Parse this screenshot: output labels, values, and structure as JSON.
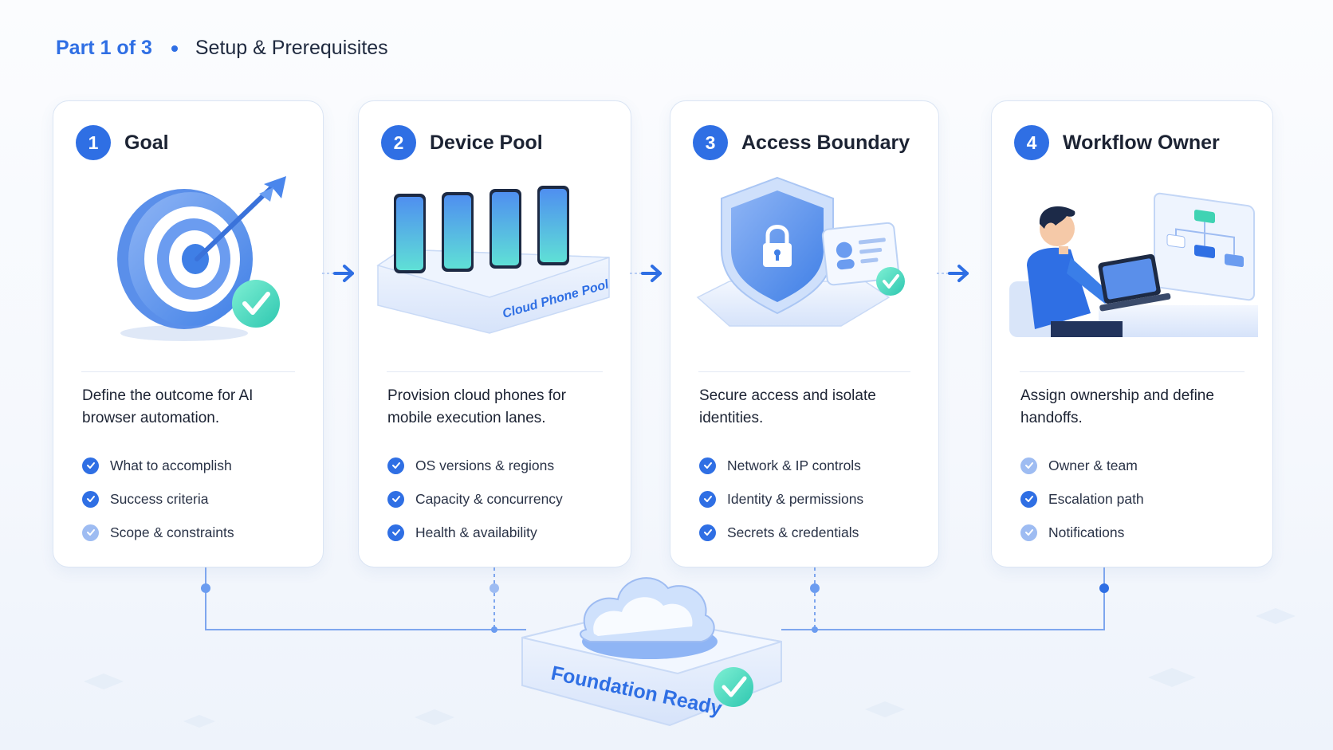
{
  "header": {
    "part": "Part 1 of 3",
    "subtitle": "Setup & Prerequisites"
  },
  "steps": [
    {
      "number": "1",
      "title": "Goal",
      "description": "Define the outcome for AI browser automation.",
      "items": [
        "What to accomplish",
        "Success criteria",
        "Scope & constraints"
      ],
      "illustration": "target-icon"
    },
    {
      "number": "2",
      "title": "Device Pool",
      "description": "Provision cloud phones for mobile execution lanes.",
      "items": [
        "OS versions & regions",
        "Capacity & concurrency",
        "Health & availability"
      ],
      "illustration": "phones-icon",
      "illustration_label": "Cloud Phone Pool"
    },
    {
      "number": "3",
      "title": "Access Boundary",
      "description": "Secure access and isolate identities.",
      "items": [
        "Network & IP controls",
        "Identity & permissions",
        "Secrets & credentials"
      ],
      "illustration": "shield-lock-icon"
    },
    {
      "number": "4",
      "title": "Workflow Owner",
      "description": "Assign ownership and define handoffs.",
      "items": [
        "Owner & team",
        "Escalation path",
        "Notifications"
      ],
      "illustration": "person-laptop-icon"
    }
  ],
  "foundation": {
    "label": "Foundation Ready",
    "icon": "cloud-icon"
  },
  "colors": {
    "accent": "#2f6fe4",
    "success": "#3fd3b3",
    "card_border": "#dbe5f4"
  }
}
